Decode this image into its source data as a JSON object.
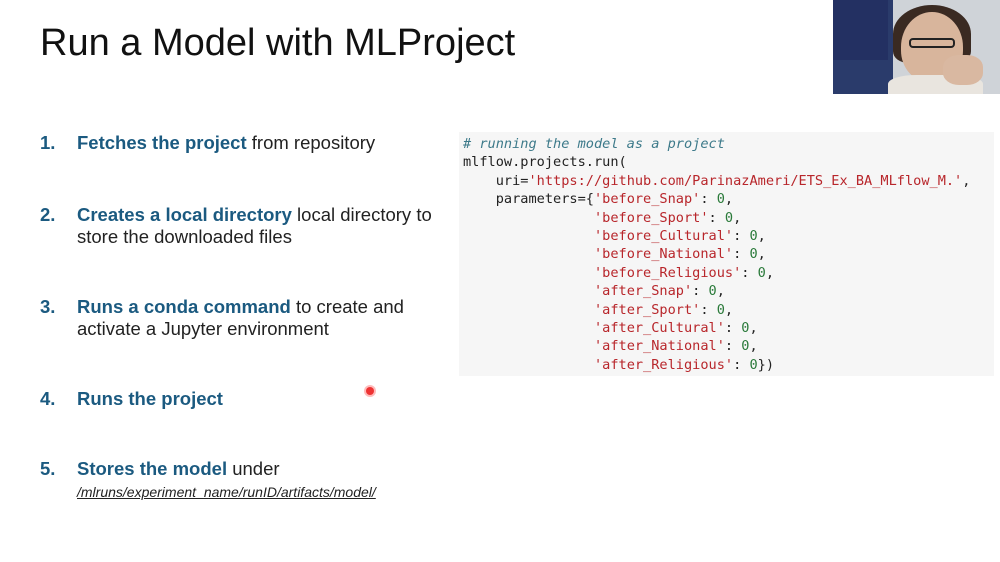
{
  "slide": {
    "title": "Run a Model with MLProject",
    "steps": [
      {
        "num": "1.",
        "strong": "Fetches the project",
        "rest": " from repository"
      },
      {
        "num": "2.",
        "strong": "Creates a local directory",
        "rest": " local directory to store the downloaded files"
      },
      {
        "num": "3.",
        "strong": "Runs a conda command",
        "rest": " to create and activate a Jupyter environment"
      },
      {
        "num": "4.",
        "strong": "Runs the project",
        "rest": ""
      },
      {
        "num": "5.",
        "strong": "Stores the model",
        "rest": " under",
        "path": "/mlruns/experiment_name/runID/artifacts/model/"
      }
    ]
  },
  "code": {
    "comment": "# running the model as a project",
    "call": "mlflow.projects.run(",
    "uri_prefix": "    uri=",
    "uri_value": "'https://github.com/ParinazAmeri/ETS_Ex_BA_MLflow_M.'",
    "uri_suffix": ",",
    "params_prefix": "    parameters={",
    "params": [
      {
        "key": "'before_Snap'",
        "value": "0"
      },
      {
        "key": "'before_Sport'",
        "value": "0"
      },
      {
        "key": "'before_Cultural'",
        "value": "0"
      },
      {
        "key": "'before_National'",
        "value": "0"
      },
      {
        "key": "'before_Religious'",
        "value": "0"
      },
      {
        "key": "'after_Snap'",
        "value": "0"
      },
      {
        "key": "'after_Sport'",
        "value": "0"
      },
      {
        "key": "'after_Cultural'",
        "value": "0"
      },
      {
        "key": "'after_National'",
        "value": "0"
      },
      {
        "key": "'after_Religious'",
        "value": "0"
      }
    ],
    "closing": "})"
  },
  "colors": {
    "accent": "#1b5a80",
    "string": "#b8262b",
    "number": "#2a7a3a",
    "comment": "#3d7a8a"
  }
}
